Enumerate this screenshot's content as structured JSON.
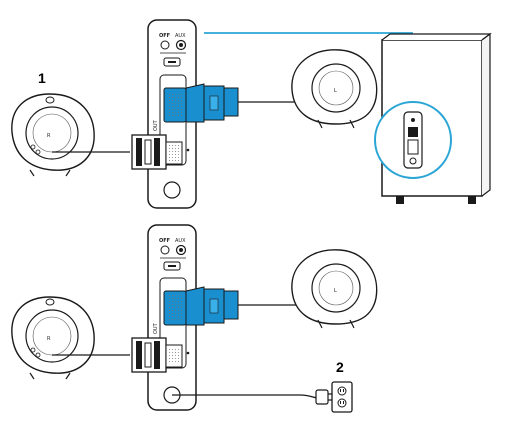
{
  "steps": [
    {
      "number": "1"
    },
    {
      "number": "2"
    }
  ],
  "panel_labels": {
    "off": "OFF",
    "aux": "AUX",
    "out": "OUT",
    "speaker_left": "L",
    "speaker_right": "R"
  },
  "colors": {
    "connector": "#1a8fd0",
    "highlight_line": "#2aa6d6",
    "outline": "#1a1a1a"
  },
  "icons": [
    "speaker-left",
    "speaker-right",
    "control-pod",
    "subwoofer",
    "vga-connector",
    "power-outlet",
    "power-plug"
  ]
}
